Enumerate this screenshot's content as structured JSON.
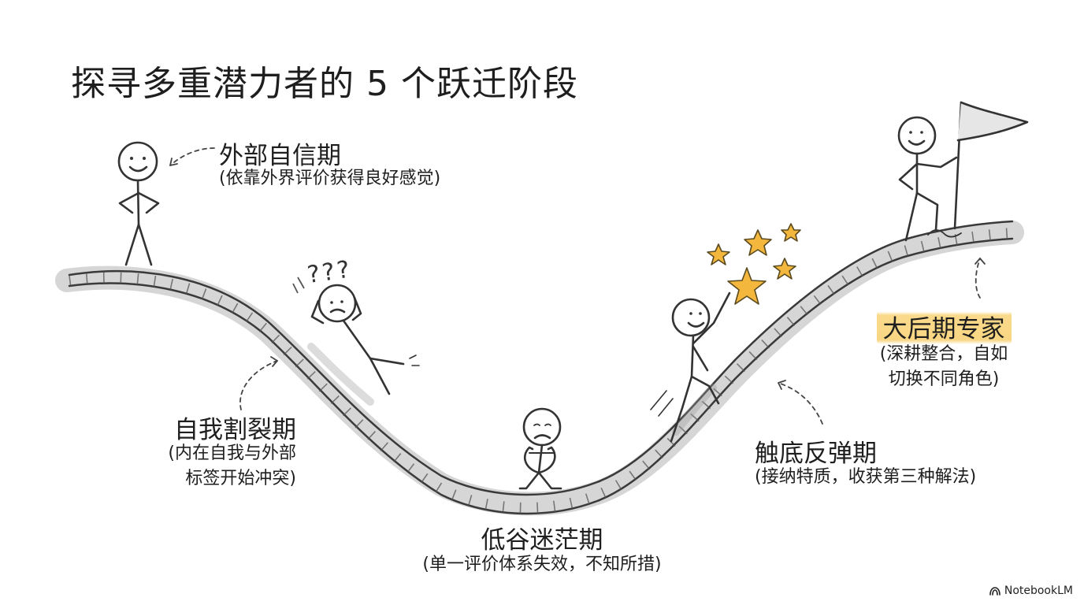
{
  "title": "探寻多重潜力者的 5 个跃迁阶段",
  "stages": [
    {
      "name": "外部自信期",
      "desc": [
        "(依靠外界评价获得良好感觉)"
      ]
    },
    {
      "name": "自我割裂期",
      "desc": [
        "(内在自我与外部",
        "标签开始冲突)"
      ]
    },
    {
      "name": "低谷迷茫期",
      "desc": [
        "(单一评价体系失效，不知所措)"
      ]
    },
    {
      "name": "触底反弹期",
      "desc": [
        "(接纳特质，收获第三种解法)"
      ]
    },
    {
      "name": "大后期专家",
      "desc": [
        "(深耕整合，自如",
        "切换不同角色)"
      ]
    }
  ],
  "confused_mark": "???",
  "highlight_color": "#f6c85a",
  "star_color": "#f2b73c",
  "brand": {
    "text": "NotebookLM",
    "icon": "notebooklm-logo-icon"
  }
}
